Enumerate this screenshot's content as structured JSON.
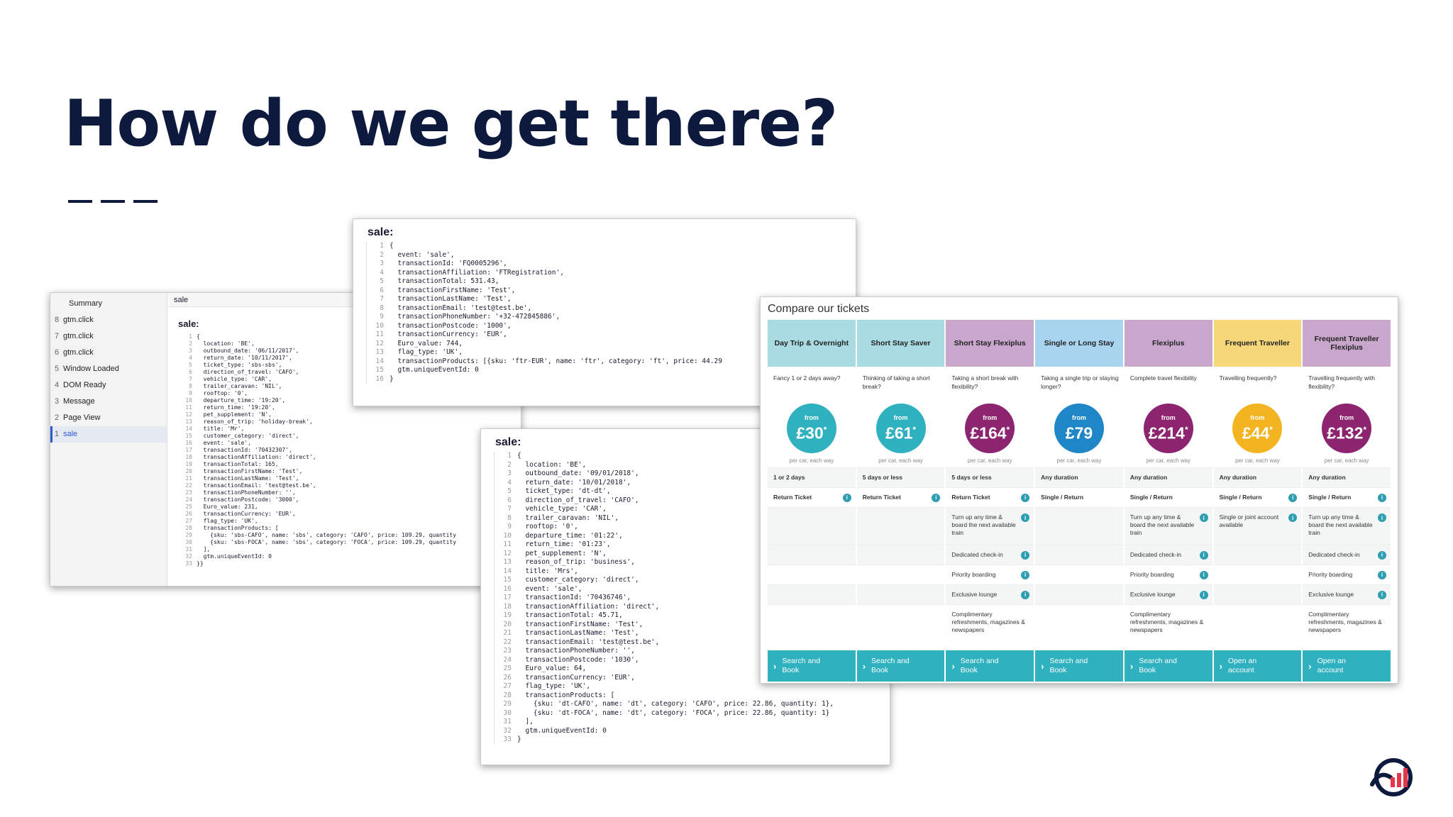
{
  "slide": {
    "title": "How do we get there?"
  },
  "gtm": {
    "sidebar": [
      {
        "num": "",
        "label": "Summary"
      },
      {
        "num": "8",
        "label": "gtm.click"
      },
      {
        "num": "7",
        "label": "gtm.click"
      },
      {
        "num": "6",
        "label": "gtm.click"
      },
      {
        "num": "5",
        "label": "Window Loaded"
      },
      {
        "num": "4",
        "label": "DOM Ready"
      },
      {
        "num": "3",
        "label": "Message"
      },
      {
        "num": "2",
        "label": "Page View"
      },
      {
        "num": "1",
        "label": "sale"
      }
    ],
    "tab": "sale",
    "heading": "sale:",
    "code": [
      "{",
      "  location: 'BE',",
      "  outbound_date: '06/11/2017',",
      "  return_date: '10/11/2017',",
      "  ticket_type: 'sbs-sbs',",
      "  direction_of_travel: 'CAFO',",
      "  vehicle_type: 'CAR',",
      "  trailer_caravan: 'NIL',",
      "  rooftop: '0',",
      "  departure_time: '19:20',",
      "  return_time: '19:20',",
      "  pet_supplement: 'N',",
      "  reason_of_trip: 'holiday-break',",
      "  title: 'Mr',",
      "  customer_category: 'direct',",
      "  event: 'sale',",
      "  transactionId: '70432307',",
      "  transactionAffiliation: 'direct',",
      "  transactionTotal: 165,",
      "  transactionFirstName: 'Test',",
      "  transactionLastName: 'Test',",
      "  transactionEmail: 'test@test.be',",
      "  transactionPhoneNumber: '',",
      "  transactionPostcode: '3000',",
      "  Euro_value: 231,",
      "  transactionCurrency: 'EUR',",
      "  flag_type: 'UK',",
      "  transactionProducts: [",
      "    {sku: 'sbs-CAFO', name: 'sbs', category: 'CAFO', price: 109.29, quantity",
      "    {sku: 'sbs-FOCA', name: 'sbs', category: 'FOCA', price: 109.29, quantity",
      "  ],",
      "  gtm.uniqueEventId: 0",
      "}}"
    ]
  },
  "codeA": {
    "heading": "sale:",
    "code": [
      "{",
      "  event: 'sale',",
      "  transactionId: 'FQ0005296',",
      "  transactionAffiliation: 'FTRegistration',",
      "  transactionTotal: 531.43,",
      "  transactionFirstName: 'Test',",
      "  transactionLastName: 'Test',",
      "  transactionEmail: 'test@test.be',",
      "  transactionPhoneNumber: '+32-472845886',",
      "  transactionPostcode: '1000',",
      "  transactionCurrency: 'EUR',",
      "  Euro_value: 744,",
      "  flag_type: 'UK',",
      "  transactionProducts: [{sku: 'ftr-EUR', name: 'ftr', category: 'ft', price: 44.29",
      "  gtm.uniqueEventId: 0",
      "}"
    ]
  },
  "codeB": {
    "heading": "sale:",
    "code": [
      "{",
      "  location: 'BE',",
      "  outbound_date: '09/01/2018',",
      "  return_date: '10/01/2018',",
      "  ticket_type: 'dt-dt',",
      "  direction_of_travel: 'CAFO',",
      "  vehicle_type: 'CAR',",
      "  trailer_caravan: 'NIL',",
      "  rooftop: '0',",
      "  departure_time: '01:22',",
      "  return_time: '01:23',",
      "  pet_supplement: 'N',",
      "  reason_of_trip: 'business',",
      "  title: 'Mrs',",
      "  customer_category: 'direct',",
      "  event: 'sale',",
      "  transactionId: '70436746',",
      "  transactionAffiliation: 'direct',",
      "  transactionTotal: 45.71,",
      "  transactionFirstName: 'Test',",
      "  transactionLastName: 'Test',",
      "  transactionEmail: 'test@test.be',",
      "  transactionPhoneNumber: '',",
      "  transactionPostcode: '1030',",
      "  Euro_value: 64,",
      "  transactionCurrency: 'EUR',",
      "  flag_type: 'UK',",
      "  transactionProducts: [",
      "    {sku: 'dt-CAFO', name: 'dt', category: 'CAFO', price: 22.86, quantity: 1},",
      "    {sku: 'dt-FOCA', name: 'dt', category: 'FOCA', price: 22.86, quantity: 1}",
      "  ],",
      "  gtm.uniqueEventId: 0",
      "}"
    ]
  },
  "tickets": {
    "title": "Compare our tickets",
    "per_way": "per car, each way",
    "from_label": "from",
    "columns": [
      {
        "name": "Day Trip & Overnight",
        "head_color": "#a9dbe3",
        "circle_color": "#2fb1c0",
        "desc": "Fancy 1 or 2 days away?",
        "price": "£30",
        "star": "*",
        "duration": "1 or 2 days",
        "ticket": "Return Ticket",
        "ticket_info": true,
        "turn_up": "",
        "checkin": "",
        "boarding": "",
        "lounge": "",
        "refresh": "",
        "button": "Search and Book"
      },
      {
        "name": "Short Stay Saver",
        "head_color": "#a9dbe3",
        "circle_color": "#2fb1c0",
        "desc": "Thinking of taking a short break?",
        "price": "£61",
        "star": "*",
        "duration": "5 days or less",
        "ticket": "Return Ticket",
        "ticket_info": true,
        "turn_up": "",
        "checkin": "",
        "boarding": "",
        "lounge": "",
        "refresh": "",
        "button": "Search and Book"
      },
      {
        "name": "Short Stay Flexiplus",
        "head_color": "#c9a6cc",
        "circle_color": "#8c2470",
        "desc": "Taking a short break with flexibility?",
        "price": "£164",
        "star": "*",
        "duration": "5 days or less",
        "ticket": "Return Ticket",
        "ticket_info": true,
        "turn_up": "Turn up any time & board the next available train",
        "checkin": "Dedicated check-in",
        "boarding": "Priority boarding",
        "lounge": "Exclusive lounge",
        "refresh": "Complimentary refreshments, magazines & newspapers",
        "button": "Search and Book"
      },
      {
        "name": "Single or Long Stay",
        "head_color": "#a9d4ef",
        "circle_color": "#1f86c8",
        "desc": "Taking a single trip or staying longer?",
        "price": "£79",
        "star": "",
        "duration": "Any duration",
        "ticket": "Single / Return",
        "ticket_info": false,
        "turn_up": "",
        "checkin": "",
        "boarding": "",
        "lounge": "",
        "refresh": "",
        "button": "Search and Book"
      },
      {
        "name": "Flexiplus",
        "head_color": "#c9a6cc",
        "circle_color": "#8c2470",
        "desc": "Complete travel flexibility",
        "price": "£214",
        "star": "*",
        "duration": "Any duration",
        "ticket": "Single / Return",
        "ticket_info": false,
        "turn_up": "Turn up any time & board the next available train",
        "checkin": "Dedicated check-in",
        "boarding": "Priority boarding",
        "lounge": "Exclusive lounge",
        "refresh": "Complimentary refreshments, magazines & newspapers",
        "button": "Search and Book"
      },
      {
        "name": "Frequent Traveller",
        "head_color": "#f6d77a",
        "circle_color": "#f2b521",
        "desc": "Travelling frequently?",
        "price": "£44",
        "star": "*",
        "duration": "Any duration",
        "ticket": "Single / Return",
        "ticket_info": true,
        "turn_up": "Single or joint account available",
        "checkin": "",
        "boarding": "",
        "lounge": "",
        "refresh": "",
        "button": "Open an account"
      },
      {
        "name": "Frequent Traveller Flexiplus",
        "head_color": "#c9a6cc",
        "circle_color": "#8c2470",
        "desc": "Travelling frequently with flexibility?",
        "price": "£132",
        "star": "*",
        "duration": "Any duration",
        "ticket": "Single / Return",
        "ticket_info": true,
        "turn_up": "Turn up any time & board the next available train",
        "checkin": "Dedicated check-in",
        "boarding": "Priority boarding",
        "lounge": "Exclusive lounge",
        "refresh": "Complimentary refreshments, magazines & newspapers",
        "button": "Open an account"
      }
    ]
  },
  "colors": {
    "title": "#0e1a3d",
    "button": "#2fb1c0",
    "logo_red": "#e5364b",
    "logo_navy": "#0e1a3d"
  }
}
